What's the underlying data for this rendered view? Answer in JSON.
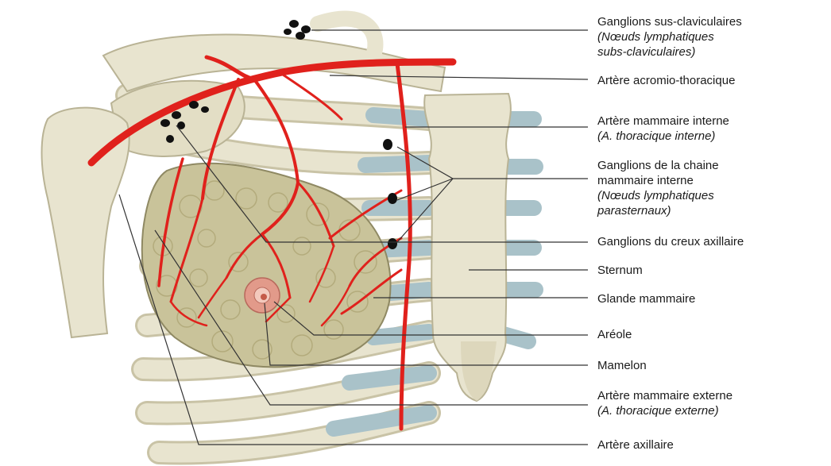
{
  "labels": {
    "ganglions_sus_claviculaires": {
      "line1": "Ganglions sus-claviculaires",
      "line2": "(Nœuds lymphatiques",
      "line3": "subs-claviculaires)"
    },
    "artere_acromio_thoracique": {
      "line1": "Artère acromio-thoracique"
    },
    "artere_mammaire_interne": {
      "line1": "Artère mammaire interne",
      "line2": "(A. thoracique interne)"
    },
    "ganglions_chaine_mammaire": {
      "line1": "Ganglions de la chaine",
      "line2": "mammaire interne",
      "line3": "(Nœuds lymphatiques",
      "line4": "parasternaux)"
    },
    "ganglions_creux_axillaire": {
      "line1": "Ganglions du creux axillaire"
    },
    "sternum": {
      "line1": "Sternum"
    },
    "glande_mammaire": {
      "line1": "Glande mammaire"
    },
    "areole": {
      "line1": "Aréole"
    },
    "mamelon": {
      "line1": "Mamelon"
    },
    "artere_mammaire_externe": {
      "line1": "Artère mammaire externe",
      "line2": "(A. thoracique externe)"
    },
    "artere_axillaire": {
      "line1": "Artère axillaire"
    }
  },
  "colors": {
    "bone": "#e8e4cf",
    "bone_shadow": "#c9c3a6",
    "cartilage": "#a9c2c9",
    "gland": "#c9c39a",
    "gland_lobule": "#b3ab7c",
    "artery": "#e0211c",
    "lymph_node": "#111111",
    "areola": "#e29a8a",
    "leader_line": "#333333"
  }
}
